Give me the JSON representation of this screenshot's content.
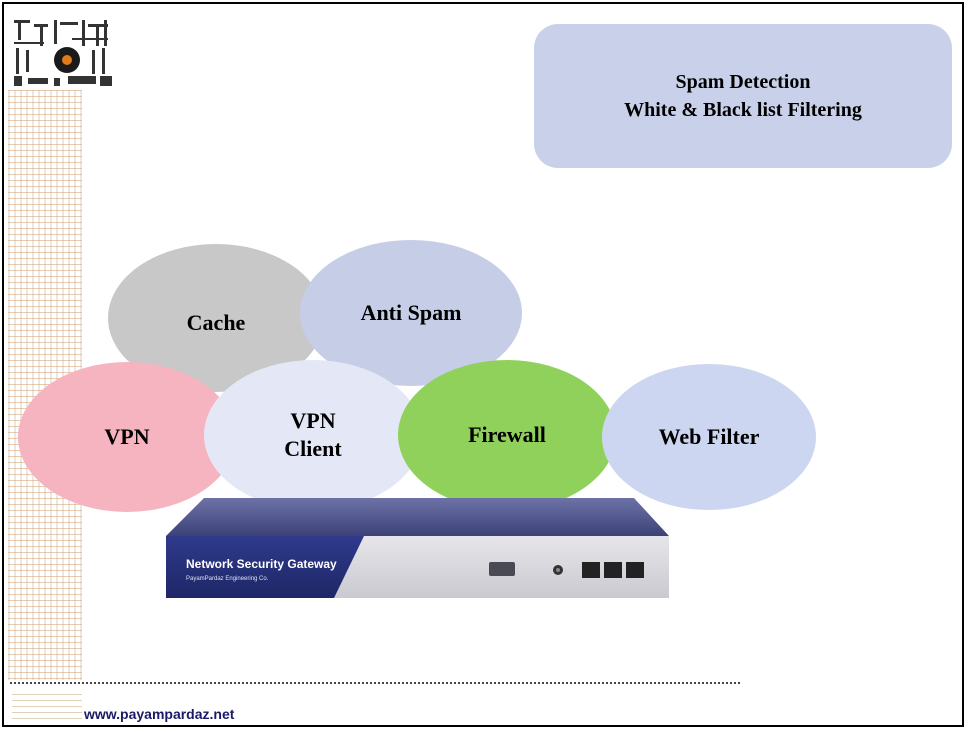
{
  "callout": {
    "line1": "Spam Detection",
    "line2": "White & Black list Filtering",
    "color": "#c9d1ea"
  },
  "bubbles": {
    "cache": {
      "label": "Cache",
      "color": "#c8c8c8"
    },
    "anti_spam": {
      "label": "Anti Spam",
      "color": "#c6cde6"
    },
    "vpn": {
      "label": "VPN",
      "color": "#f6b3c0"
    },
    "vpn_client": {
      "line1": "VPN",
      "line2": "Client",
      "color": "#e4e8f6"
    },
    "firewall": {
      "label": "Firewall",
      "color": "#8fd15a"
    },
    "web_filter": {
      "label": "Web Filter",
      "color": "#cdd6f0"
    }
  },
  "device": {
    "title": "Network Security Gateway",
    "subtitle": "PayamPardaz Engineering Co."
  },
  "footer": {
    "url": "www.payampardaz.net"
  }
}
